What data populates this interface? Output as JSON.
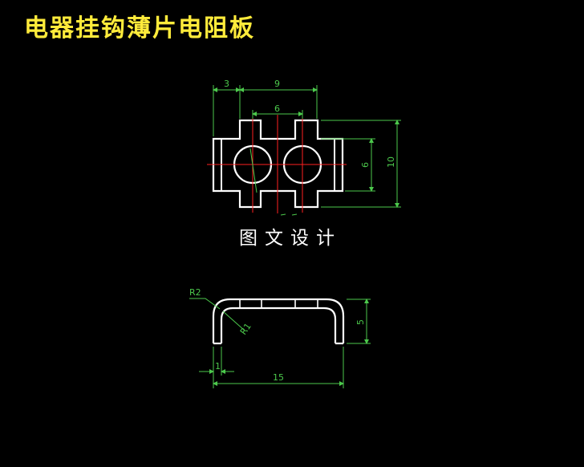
{
  "title": "电器挂钩薄片电阻板",
  "caption": "图文设计",
  "colors": {
    "background": "#000000",
    "title": "#ffeb3b",
    "outline": "#ffffff",
    "dimension": "#4cc94c",
    "centerline": "#ff2020"
  },
  "top_view": {
    "dimensions": {
      "overall_length": "9",
      "left_offset": "3",
      "slot_width": "6",
      "hole_height": "6",
      "overall_height": "10"
    }
  },
  "side_view": {
    "dimensions": {
      "outer_radius": "R2",
      "inner_radius": "R1",
      "height": "5",
      "thickness": "1",
      "overall_length": "15"
    }
  }
}
